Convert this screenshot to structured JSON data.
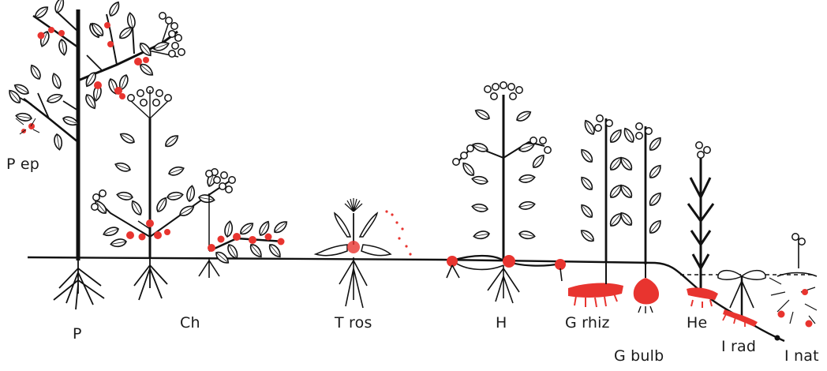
{
  "labels": {
    "p_ep": "P ep",
    "p": "P",
    "ch": "Ch",
    "t_ros": "T ros",
    "h": "H",
    "g_rhiz": "G rhiz",
    "g_bulb": "G bulb",
    "he": "He",
    "i_rad": "I rad",
    "i_nat": "I nat"
  },
  "colors": {
    "ink": "#111111",
    "bud": "#e8342f",
    "leaf_fill": "#ffffff"
  }
}
